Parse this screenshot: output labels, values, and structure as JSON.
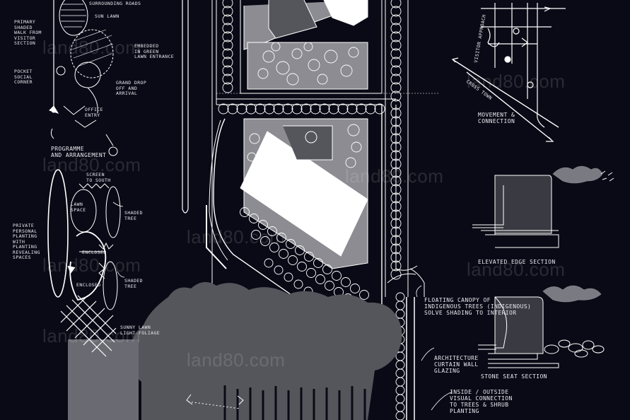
{
  "watermark": "land80.com",
  "colors": {
    "background": "#0a0a16",
    "line": "#ffffff",
    "fill_light": "#ffffff",
    "fill_mid": "#8c8c92",
    "fill_dark": "#55565c"
  },
  "notes": {
    "surrounding_roads": "SURROUNDING ROADS",
    "sun_lawn": "SUN LAWN",
    "primary_walk": "PRIMARY\nSHADED\nWALK FROM\nVISITOR\nSECTION",
    "embedded_lawn": "EMBEDDED\nIN GREEN\nLAWN ENTRANCE",
    "pocket_corner": "POCKET\nSOCIAL\nCORNER",
    "drop_off": "GRAND DROP\nOFF AND\nARRIVAL",
    "office_entry": "OFFICE\nENTRY",
    "programme_heading": "PROGRAMME\nAND ARRANGEMENT",
    "programme_details": "PRIVATE\nPERSONAL\nPLANTING\nWITH\nPLANTING\nREVEALING\nSPACES",
    "layer_top": "SCREEN\nTO SOUTH",
    "layer_upper": "LAWN\nSPACE",
    "layer_side_right": "SHADED\nTREE",
    "layer_mid": "ENCLOSED",
    "layer_lower": "ENCLOSED",
    "layer_lower_right": "SHADED\nTREE",
    "layer_bottom": "SUNNY LAWN\nLIGHT FOLIAGE",
    "cross_town": "CROSS TOWN",
    "visitor_approach": "VISITOR APPROACH",
    "movement": "MOVEMENT &\nCONNECTION",
    "elevated_edge": "ELEVATED EDGE SECTION",
    "floating_canopy": "FLOATING CANOPY OF\nINDIGENOUS TREES (INDIGENOUS)\nSOLVE SHADING TO INTERIOR",
    "architecture_glazing": "ARCHITECTURE\nCURTAIN WALL\nGLAZING",
    "stone_seat": "STONE SEAT SECTION",
    "inside_outside": "INSIDE / OUTSIDE\nVISUAL CONNECTION\nTO TREES & SHRUB\nPLANTING"
  }
}
